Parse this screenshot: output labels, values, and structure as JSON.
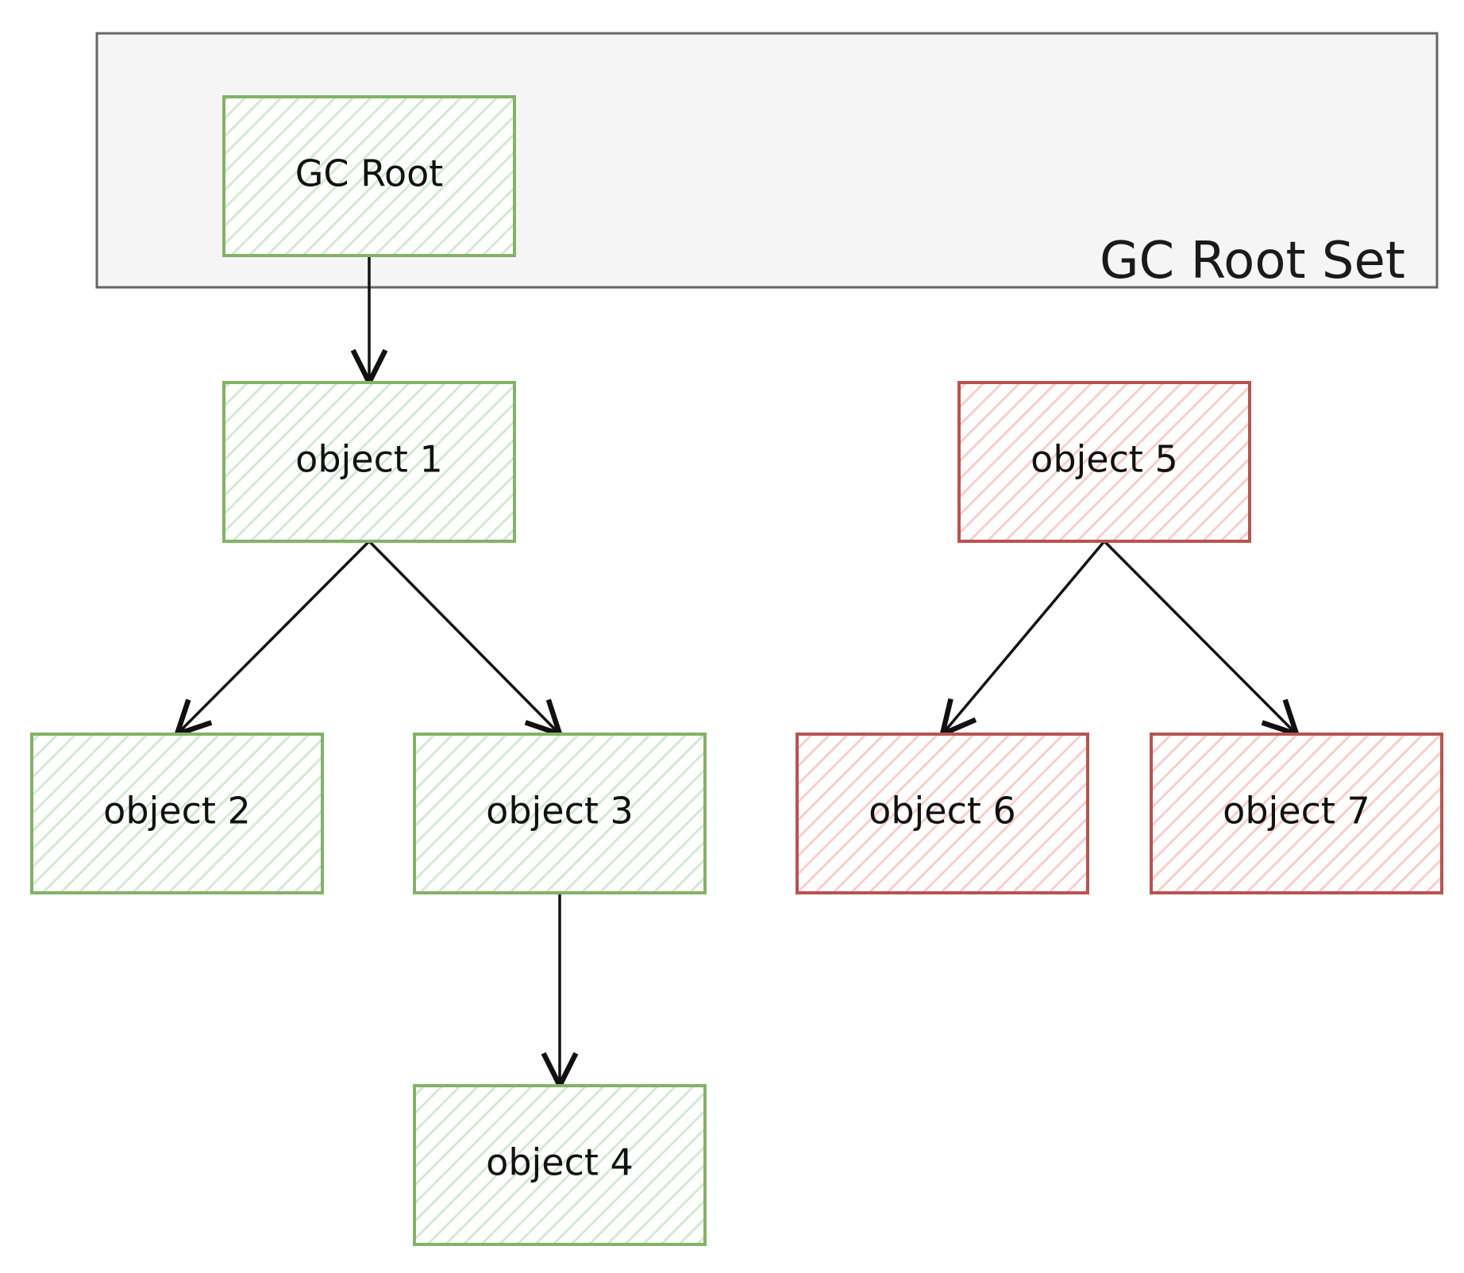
{
  "root_set": {
    "label": "GC Root Set",
    "fill": "#f5f5f5",
    "stroke": "#666666"
  },
  "palette": {
    "reachable": {
      "fill": "#d5e8d4",
      "stroke": "#82b366"
    },
    "unreachable": {
      "fill": "#f8cecc",
      "stroke": "#b85450"
    },
    "edge": "#111111"
  },
  "nodes": {
    "gc_root": {
      "label": "GC Root",
      "status": "reachable"
    },
    "object1": {
      "label": "object 1",
      "status": "reachable"
    },
    "object2": {
      "label": "object 2",
      "status": "reachable"
    },
    "object3": {
      "label": "object 3",
      "status": "reachable"
    },
    "object4": {
      "label": "object 4",
      "status": "reachable"
    },
    "object5": {
      "label": "object 5",
      "status": "unreachable"
    },
    "object6": {
      "label": "object 6",
      "status": "unreachable"
    },
    "object7": {
      "label": "object 7",
      "status": "unreachable"
    }
  },
  "edges": [
    {
      "from": "gc_root",
      "to": "object1"
    },
    {
      "from": "object1",
      "to": "object2"
    },
    {
      "from": "object1",
      "to": "object3"
    },
    {
      "from": "object3",
      "to": "object4"
    },
    {
      "from": "object5",
      "to": "object6"
    },
    {
      "from": "object5",
      "to": "object7"
    }
  ]
}
